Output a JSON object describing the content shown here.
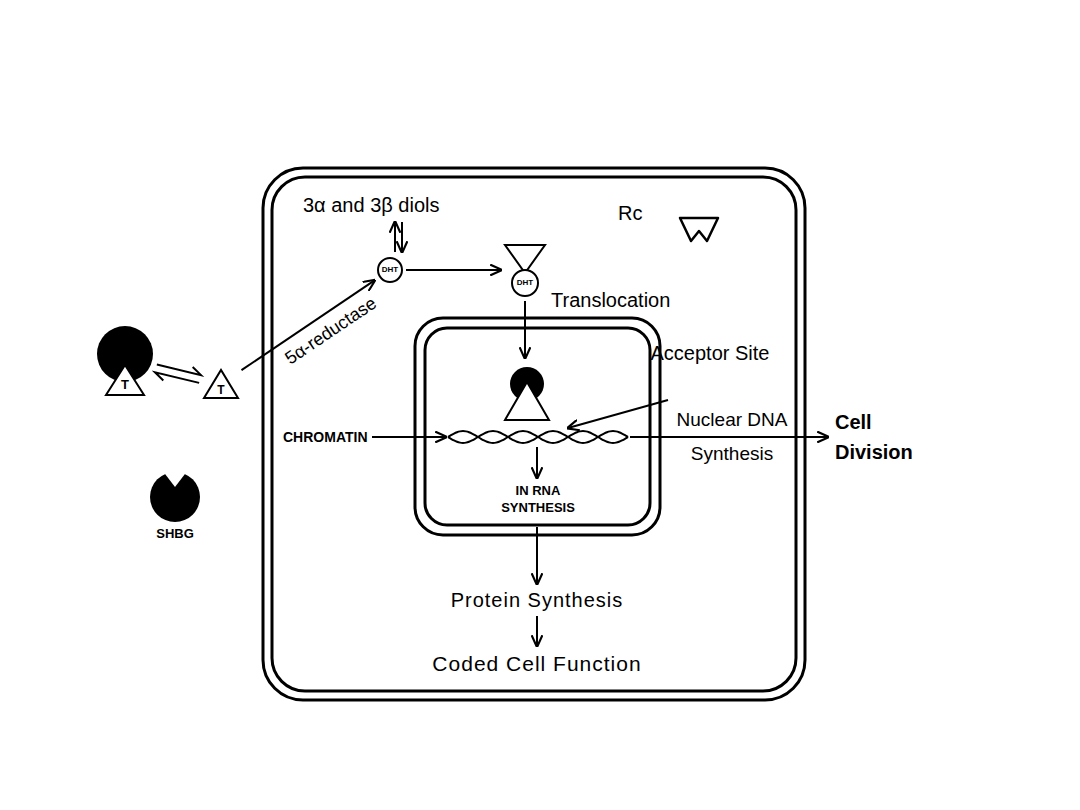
{
  "diagram": {
    "nodes": [
      {
        "text": [
          "T"
        ]
      },
      {
        "text": [
          "T"
        ]
      },
      {
        "text": [
          "DHT"
        ]
      },
      {
        "text": [
          "DHT"
        ]
      }
    ],
    "edges": [
      {
        "from": 0,
        "to": 1,
        "arrow": "both"
      },
      {
        "from": 1,
        "to": 2,
        "label": "5α-reductase",
        "arrow": "to"
      },
      {
        "from": 2,
        "to": 3,
        "arrow": "to"
      }
    ],
    "labels": [
      "3α and 3β diols",
      "Rc",
      "Translocation",
      "Acceptor Site",
      "CHROMATIN",
      "IN RNA SYNTHESIS",
      "Nuclear DNA Synthesis",
      "Cell Division",
      "Protein Synthesis",
      "Coded Cell Function",
      "SHBG"
    ]
  }
}
